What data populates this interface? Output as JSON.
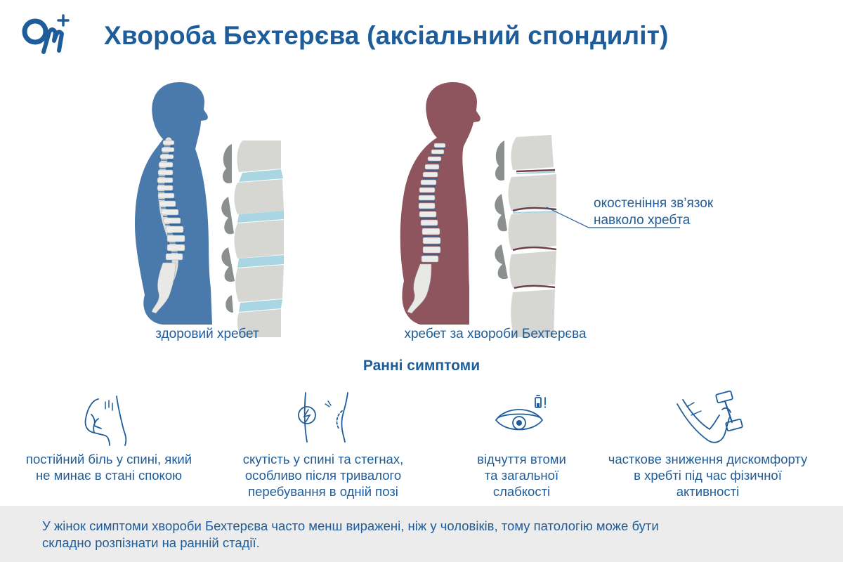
{
  "header": {
    "title": "Хвороба Бехтерєва (аксіальний спондиліт)",
    "logo_icon": "omplus-logo-icon"
  },
  "illustration": {
    "healthy_caption": "здоровий хребет",
    "disease_caption": "хребет за хвороби Бехтерєва",
    "ossification_caption_line1": "окостеніння зв’язок",
    "ossification_caption_line2": "навколо хребта",
    "colors": {
      "healthy": "#4a7aab",
      "disease": "#8e555e",
      "bone": "#d6d7d3",
      "disc": "#a9d6e3"
    }
  },
  "early_symptoms": {
    "title": "Ранні симптоми",
    "items": [
      {
        "icon": "back-pain-icon",
        "text_line1": "постійний біль у спині, який",
        "text_line2": "не минає в стані спокою",
        "text_line3": ""
      },
      {
        "icon": "hip-stiffness-icon",
        "text_line1": "скутість у спині та стегнах,",
        "text_line2": "особливо після тривалого",
        "text_line3": "перебування в одній позі"
      },
      {
        "icon": "tired-eye-icon",
        "text_line1": "відчуття втоми",
        "text_line2": "та загальної",
        "text_line3": "слабкості"
      },
      {
        "icon": "dumbbell-arm-icon",
        "text_line1": "часткове зниження дискомфорту",
        "text_line2": "в хребті під час фізичної",
        "text_line3": "активності"
      }
    ]
  },
  "note": {
    "text_line1": "У жінок симптоми хвороби Бехтерєва часто менш виражені, ніж у чоловіків, тому патологію може бути",
    "text_line2": "складно розпізнати на ранній стадії."
  },
  "colors": {
    "brand": "#1f5d9a",
    "panel": "#ececec"
  }
}
